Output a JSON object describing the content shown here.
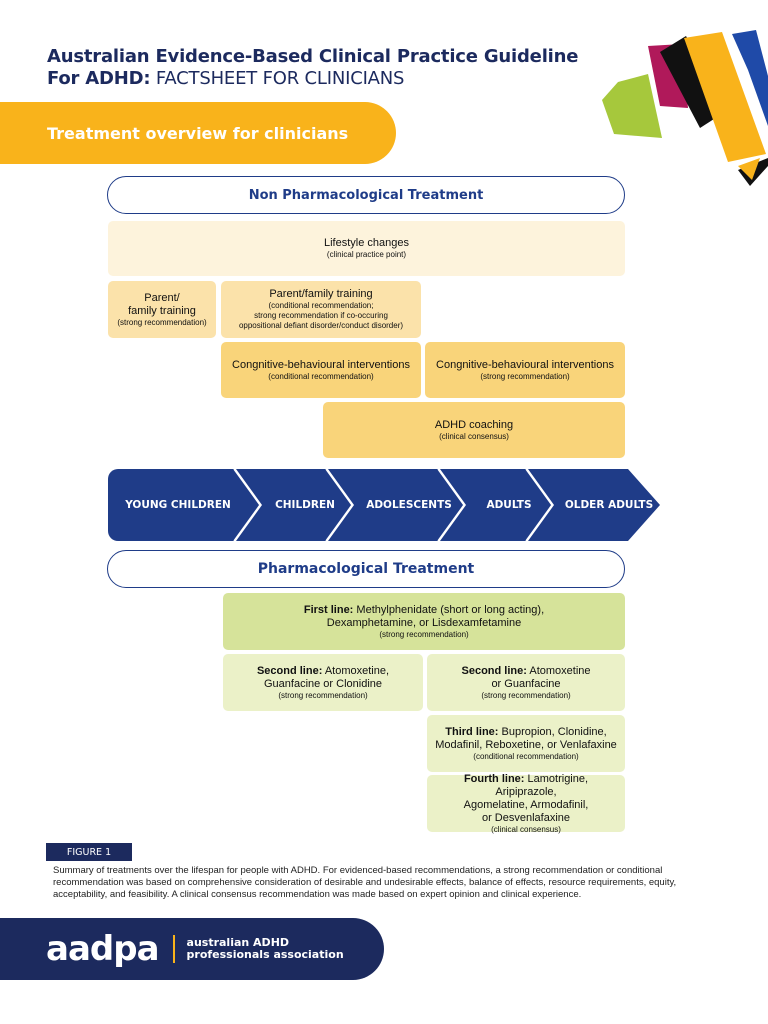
{
  "header": {
    "title_bold_1": "Australian Evidence-Based Clinical Practice Guideline",
    "title_bold_2": "For ADHD:",
    "title_light": " FACTSHEET FOR CLINICIANS",
    "banner": "Treatment overview for clinicians"
  },
  "non_pharm": {
    "heading": "Non Pharmacological Treatment",
    "lifestyle": {
      "title": "Lifestyle changes",
      "note": "(clinical practice point)"
    },
    "parent_young": {
      "title_1": "Parent/",
      "title_2": "family training",
      "note": "(strong recommendation)"
    },
    "parent_children": {
      "title": "Parent/family training",
      "note_1": "(conditional recommendation;",
      "note_2": "strong recommendation if co-occuring",
      "note_3": "oppositional defiant disorder/conduct disorder)"
    },
    "cbt_children": {
      "title": "Congnitive-behavioural interventions",
      "note": "(conditional recommendation)"
    },
    "cbt_adults": {
      "title": "Congnitive-behavioural interventions",
      "note": "(strong recommendation)"
    },
    "coaching": {
      "title": "ADHD coaching",
      "note": "(clinical consensus)"
    }
  },
  "lifespan": {
    "stages": [
      "YOUNG CHILDREN",
      "CHILDREN",
      "ADOLESCENTS",
      "ADULTS",
      "OLDER ADULTS"
    ]
  },
  "pharm": {
    "heading": "Pharmacological Treatment",
    "first": {
      "label": "First line:",
      "text_1": " Methylphenidate (short or long acting),",
      "text_2": "Dexamphetamine, or Lisdexamfetamine",
      "note": "(strong recommendation)"
    },
    "second_children": {
      "label": "Second line:",
      "text_1": " Atomoxetine,",
      "text_2": "Guanfacine or Clonidine",
      "note": "(strong recommendation)"
    },
    "second_adults": {
      "label": "Second line:",
      "text_1": " Atomoxetine",
      "text_2": "or Guanfacine",
      "note": "(strong recommendation)"
    },
    "third": {
      "label": "Third line:",
      "text_1": " Bupropion, Clonidine,",
      "text_2": "Modafinil, Reboxetine, or Venlafaxine",
      "note": "(conditional recommendation)"
    },
    "fourth": {
      "label": "Fourth line:",
      "text_1": " Lamotrigine, Aripiprazole,",
      "text_2": "Agomelatine, Armodafinil,",
      "text_3": "or Desvenlafaxine",
      "note": "(clinical consensus)"
    }
  },
  "figure": {
    "label": "FIGURE 1",
    "caption": "Summary of treatments over the lifespan for people with ADHD. For evidenced-based recommendations, a strong recommendation or conditional recommendation was based on comprehensive consideration of desirable and undesirable effects, balance of effects, resource requirements, equity, acceptability, and feasibility. A clinical consensus recommendation was made based on expert opinion and clinical experience."
  },
  "footer": {
    "brand": "aadpa",
    "assoc_1": "australian ADHD",
    "assoc_2": "professionals association"
  },
  "colors": {
    "navy": "#1c2a5e",
    "blue": "#1f3c88",
    "amber": "#f9b31b",
    "magenta": "#b0195a",
    "lime": "#a6c83c"
  }
}
